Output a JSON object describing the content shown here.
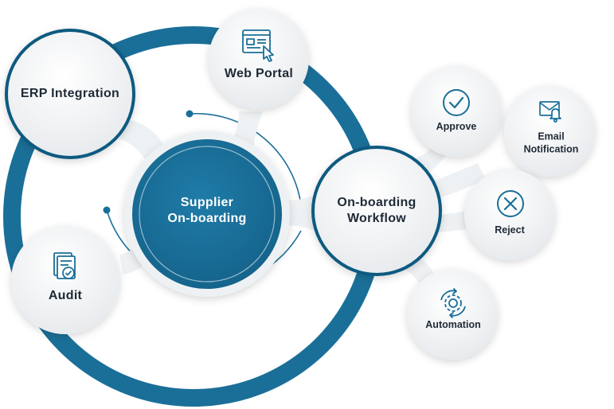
{
  "colors": {
    "primary": "#1a6f98",
    "primary_dark": "#0f5a80",
    "bubble_fill": "#f1f3f5",
    "text_dark": "#1e2a36",
    "text_light": "#ffffff"
  },
  "center": {
    "line1": "Supplier",
    "line2": "On-boarding"
  },
  "nodes": {
    "erp": {
      "label": "ERP Integration"
    },
    "web_portal": {
      "label": "Web Portal",
      "icon": "web-portal-icon"
    },
    "audit": {
      "label": "Audit",
      "icon": "audit-document-icon"
    },
    "workflow": {
      "line1": "On-boarding",
      "line2": "Workflow"
    },
    "approve": {
      "label": "Approve",
      "icon": "checkmark-circle-icon"
    },
    "email": {
      "line1": "Email",
      "line2": "Notification",
      "icon": "envelope-bell-icon"
    },
    "reject": {
      "label": "Reject",
      "icon": "x-circle-icon"
    },
    "automation": {
      "label": "Automation",
      "icon": "gear-cycle-icon"
    }
  }
}
